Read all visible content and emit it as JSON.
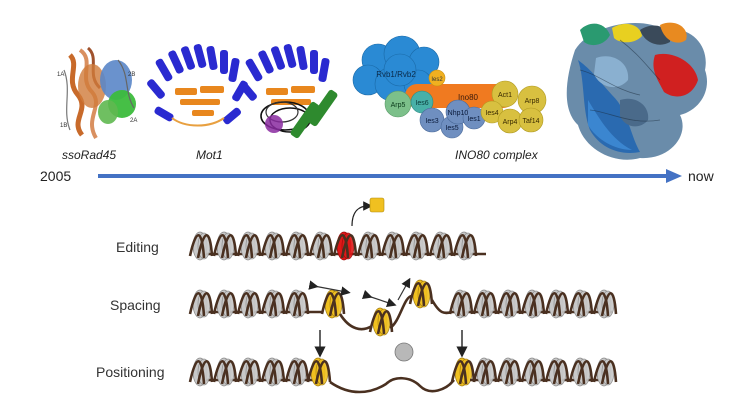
{
  "timeline": {
    "start_label": "2005",
    "end_label": "now",
    "structures": [
      {
        "caption": "ssoRad45"
      },
      {
        "caption": "Mot1"
      },
      {
        "caption": ""
      },
      {
        "caption": "INO80 complex"
      },
      {
        "caption": ""
      }
    ]
  },
  "ino80_subunits": {
    "rvb": "Rvb1/Rvb2",
    "ies2": "Ies2",
    "arp5": "Arp5",
    "ies6": "Ies6",
    "ino80": "Ino80",
    "act1": "Act1",
    "arp8": "Arp8",
    "nhp10": "Nhp10",
    "ies1": "Ies1",
    "ies3": "Ies3",
    "ies5": "Ies5",
    "ies4": "Ies4",
    "arp4": "Arp4",
    "taf14": "Taf14"
  },
  "ssorad_labels": {
    "a": "1A",
    "b": "2B",
    "c": "1B",
    "d": "2A"
  },
  "rows": [
    {
      "label": "Editing"
    },
    {
      "label": "Spacing"
    },
    {
      "label": "Positioning"
    }
  ],
  "colors": {
    "arrow": "#4472c4",
    "nucleosome": "#c8c8c8",
    "dna": "#4a3020",
    "variant": "#f0c020",
    "edited": "#e01818",
    "rvb": "#2a8ad4",
    "arp5_module": "#7cc08a",
    "ino80_bar": "#f07a20",
    "nhp10_module": "#6f8fc0",
    "arp8_module": "#d8c040"
  }
}
